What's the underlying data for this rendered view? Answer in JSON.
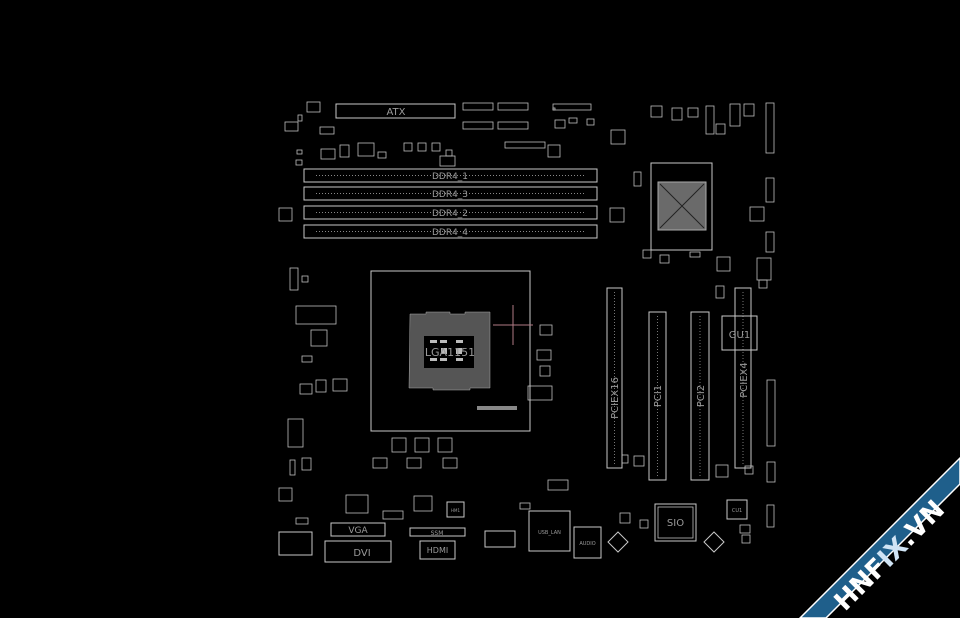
{
  "board": {
    "connectors": {
      "atx": "ATX",
      "ddr1": "DDR4_1",
      "ddr3": "DDR4_3",
      "ddr2": "DDR4_2",
      "ddr4": "DDR4_4",
      "pciex16": "PCIEX16",
      "pci1": "PCI1",
      "pci2": "PCI2",
      "pciex4": "PCIEX4",
      "vga": "VGA",
      "dvi": "DVI",
      "ssm": "SSM",
      "hdmi": "HDMI",
      "usb_lan": "USB_LAN",
      "audio": "AUDIO"
    },
    "chips": {
      "socket": "LGA1151",
      "gu1": "GU1",
      "sio": "SIO",
      "cu1": "CU1",
      "hm1": "HM1"
    },
    "colors": {
      "background": "#000000",
      "outline": "#c8c8c8",
      "label": "#9a9a9a",
      "crosshair": "#b07a85",
      "watermark_band": "#1f5f8b"
    }
  },
  "watermark": {
    "text_before": "HNF",
    "text_x": "IX",
    "text_after": ".VN",
    "accent": "#e02020"
  }
}
